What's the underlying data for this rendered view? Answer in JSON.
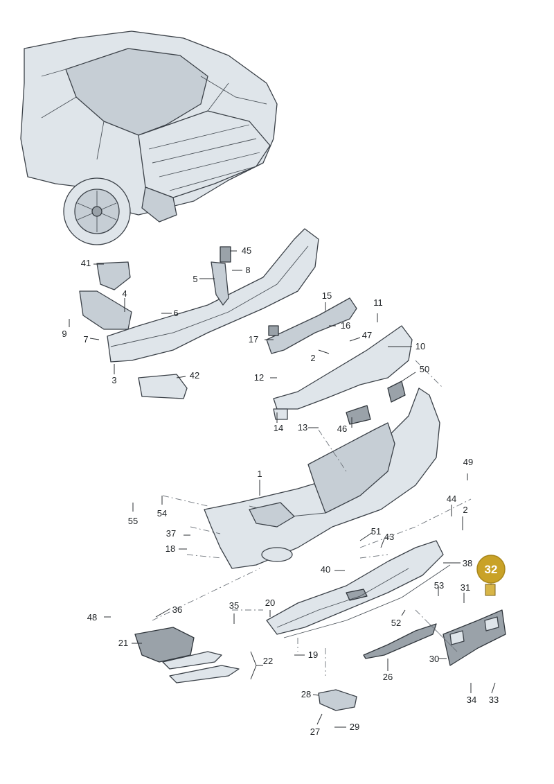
{
  "callouts": {
    "c1": "1",
    "c2a": "2",
    "c2b": "2",
    "c3": "3",
    "c4": "4",
    "c5": "5",
    "c6": "6",
    "c7": "7",
    "c8": "8",
    "c9": "9",
    "c10": "10",
    "c11": "11",
    "c12": "12",
    "c13": "13",
    "c14": "14",
    "c15": "15",
    "c16": "16",
    "c17": "17",
    "c18": "18",
    "c19": "19",
    "c20": "20",
    "c21": "21",
    "c22": "22",
    "c26": "26",
    "c27": "27",
    "c28": "28",
    "c29": "29",
    "c30": "30",
    "c31": "31",
    "c32": "32",
    "c33": "33",
    "c34": "34",
    "c35": "35",
    "c36": "36",
    "c37": "37",
    "c38": "38",
    "c40": "40",
    "c41": "41",
    "c42": "42",
    "c43": "43",
    "c44": "44",
    "c45": "45",
    "c46": "46",
    "c47": "47",
    "c48": "48",
    "c49": "49",
    "c50": "50",
    "c51": "51",
    "c52": "52",
    "c53": "53",
    "c54": "54",
    "c55": "55"
  },
  "highlight": {
    "part": "32",
    "color": "#c9a227"
  },
  "colors": {
    "part_fill": "#dfe5ea",
    "part_stroke": "#3b4148",
    "dark_part": "#9aa2a9"
  }
}
